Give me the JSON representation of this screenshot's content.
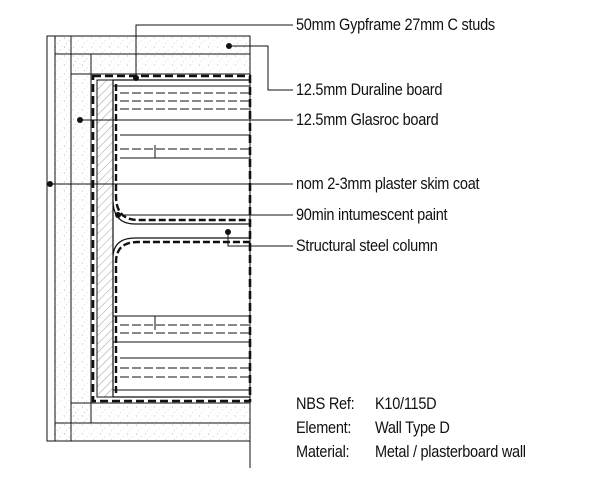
{
  "labels": {
    "studs": "50mm Gypframe 27mm C studs",
    "duraline": "12.5mm Duraline board",
    "glasroc": "12.5mm Glasroc board",
    "skim": "nom 2-3mm plaster skim coat",
    "paint": "90min intumescent paint",
    "column": "Structural steel column"
  },
  "reference": {
    "nbs_key": "NBS Ref:",
    "nbs_value": "K10/115D",
    "element_key": "Element:",
    "element_value": "Wall Type D",
    "material_key": "Material:",
    "material_value": "Metal / plasterboard wall"
  },
  "colors": {
    "ink": "#111111",
    "board_fill": "#f6f6f6",
    "hatch": "#777777"
  }
}
